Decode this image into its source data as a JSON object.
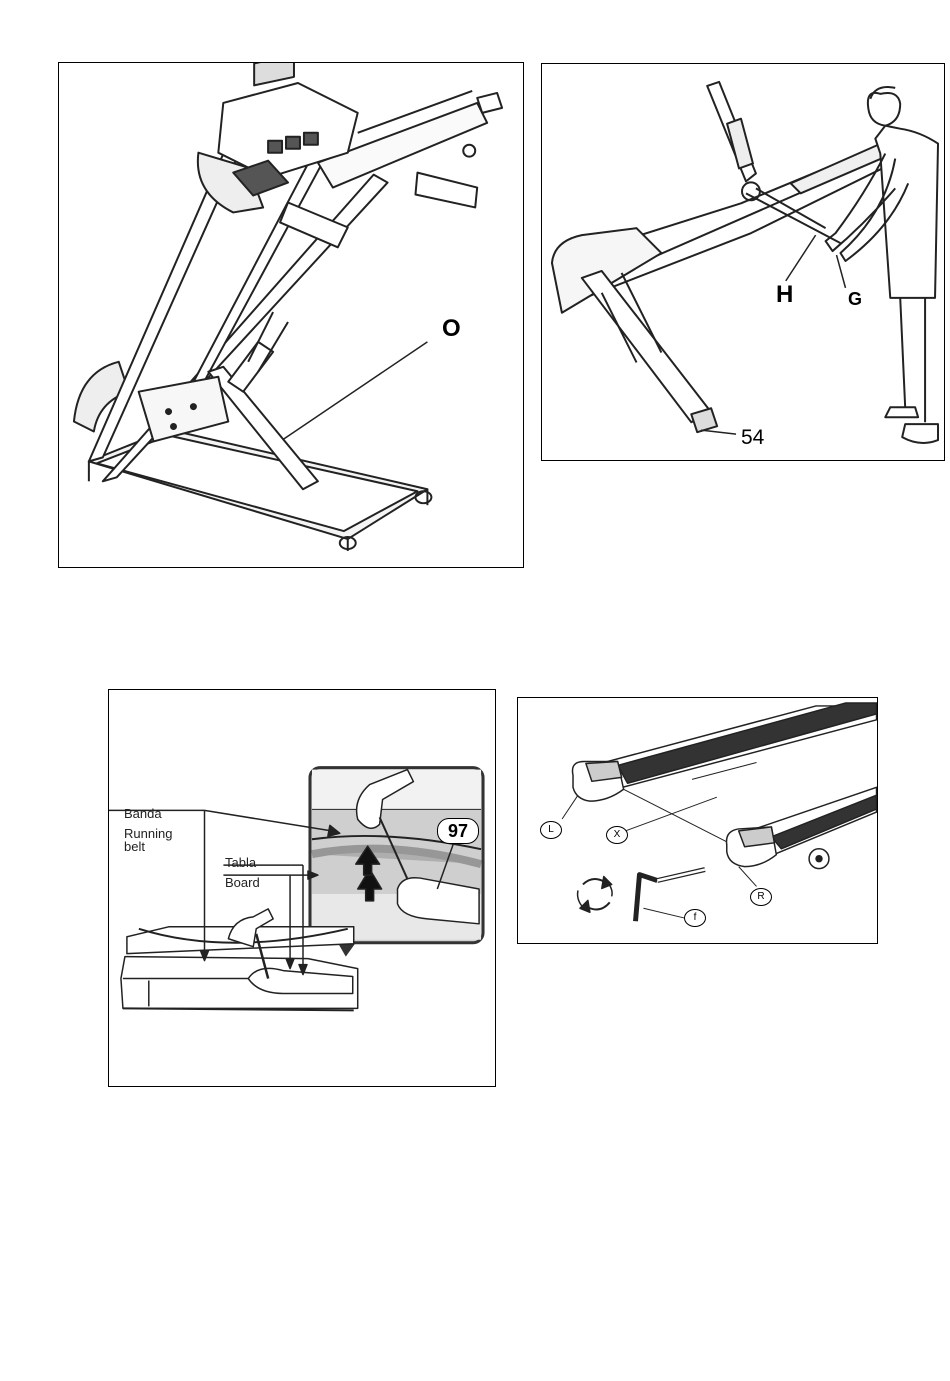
{
  "figures": {
    "fig_o": {
      "label_o": "O"
    },
    "fig_folding": {
      "label_h": "H",
      "label_g": "G",
      "label_54": "54"
    },
    "fig_belt": {
      "banda": "Banda",
      "running_belt_1": "Running",
      "running_belt_2": "belt",
      "tabla": "Tabla",
      "board": "Board",
      "part_97": "97"
    },
    "fig_adjust": {
      "label_l": "L",
      "label_x": "X",
      "label_r": "R",
      "label_f": "f"
    }
  }
}
